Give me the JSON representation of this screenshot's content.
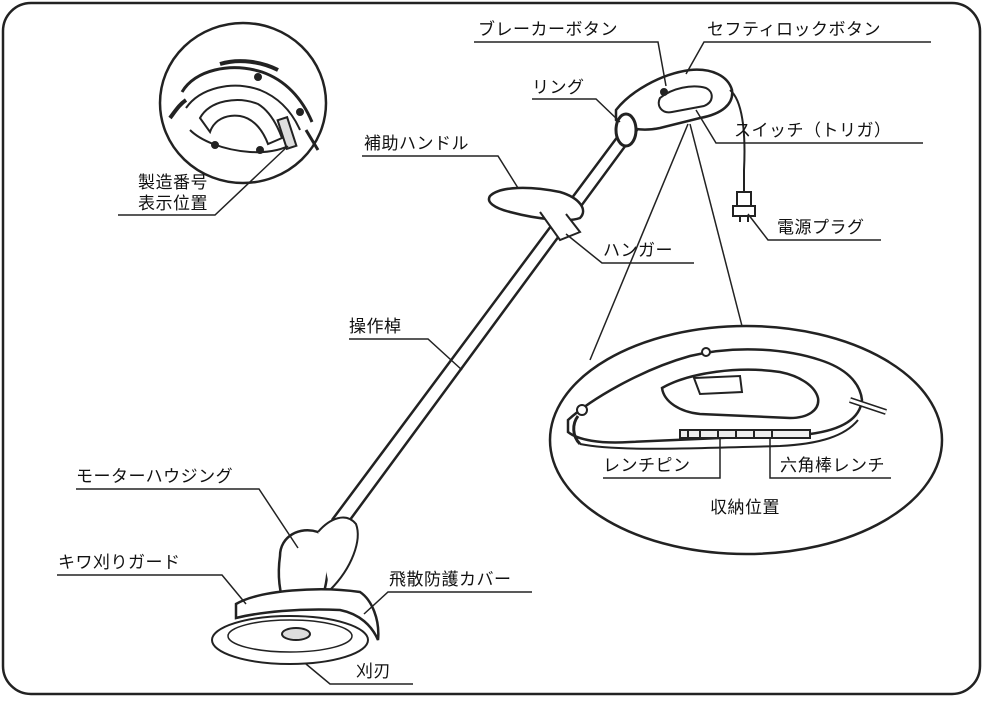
{
  "labels": {
    "breaker_button": "ブレーカーボタン",
    "safety_lock_button": "セフティロックボタン",
    "ring": "リング",
    "switch_trigger": "スイッチ（トリガ）",
    "aux_handle": "補助ハンドル",
    "serial_line1": "製造番号",
    "serial_line2": "表示位置",
    "power_plug": "電源プラグ",
    "hanger": "ハンガー",
    "shaft": "操作棹",
    "wrench_pin": "レンチピン",
    "hex_wrench": "六角棒レンチ",
    "storage_position": "収納位置",
    "motor_housing": "モーターハウジング",
    "edge_guard": "キワ刈りガード",
    "scatter_cover": "飛散防護カバー",
    "blade": "刈刃"
  }
}
